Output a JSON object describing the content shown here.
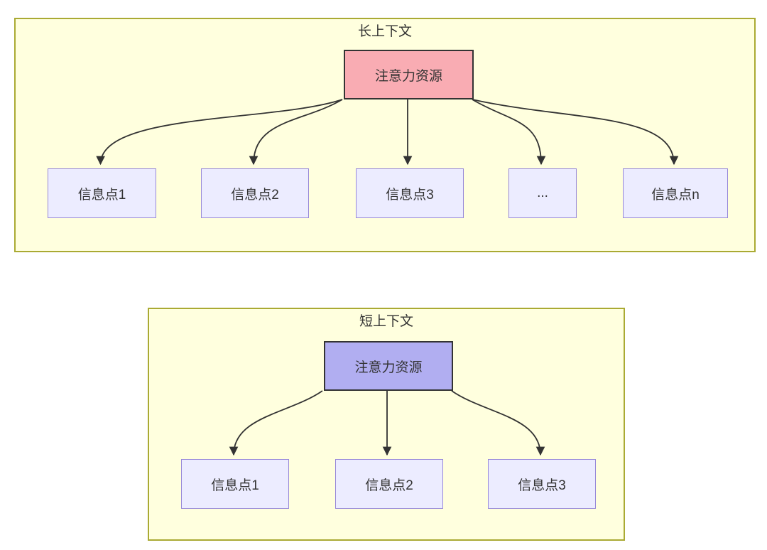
{
  "top": {
    "title": "长上下文",
    "attention": {
      "label": "注意力资源",
      "fill": "#f9acb3"
    },
    "nodes": [
      {
        "label": "信息点1"
      },
      {
        "label": "信息点2"
      },
      {
        "label": "信息点3"
      },
      {
        "label": "..."
      },
      {
        "label": "信息点n"
      }
    ]
  },
  "bottom": {
    "title": "短上下文",
    "attention": {
      "label": "注意力资源",
      "fill": "#b1aef1"
    },
    "nodes": [
      {
        "label": "信息点1"
      },
      {
        "label": "信息点2"
      },
      {
        "label": "信息点3"
      }
    ]
  },
  "colors": {
    "background": "#ffffff",
    "container_fill": "#ffffde",
    "container_border": "#aaaa33",
    "info_node_fill": "#ececff",
    "info_node_border": "#9788d8",
    "attention_node_border": "#333333",
    "arrow": "#333333",
    "text": "#333333"
  }
}
